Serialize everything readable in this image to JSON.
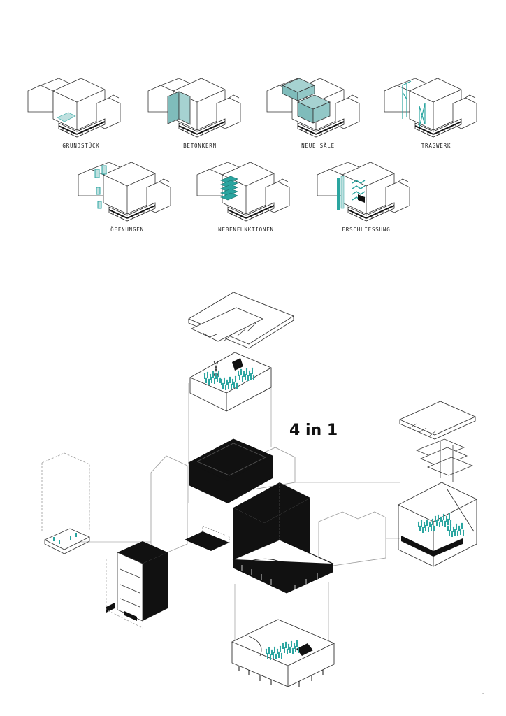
{
  "captions": {
    "grundstueck": "GRUNDSTÜCK",
    "betonkern": "BETONKERN",
    "neue_saele": "NEUE SÄLE",
    "tragwerk": "TRAGWERK",
    "oeffnungen": "ÖFFNUNGEN",
    "nebenfunktionen": "NEBENFUNKTIONEN",
    "erschliessung": "ERSCHLIESSUNG"
  },
  "title_main": "4 in 1",
  "footnote": "-",
  "colors": {
    "teal": "#7fbcbb",
    "teal_dark": "#2aa5a0",
    "ink": "#111111",
    "line": "#333333"
  }
}
